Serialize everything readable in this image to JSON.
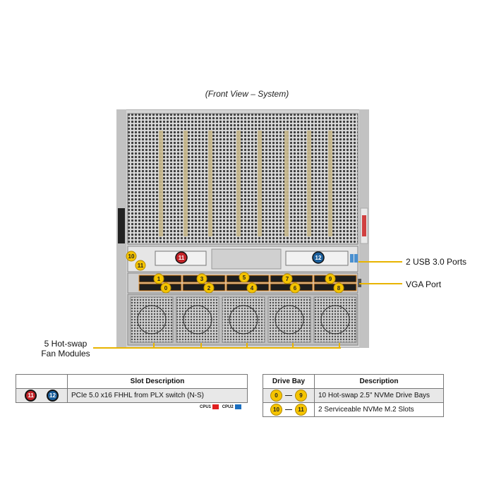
{
  "title": "(Front View – System)",
  "callouts": {
    "usb": "2 USB 3.0 Ports",
    "vga": "VGA Port",
    "fan_line1": "5 Hot-swap",
    "fan_line2": "Fan Modules"
  },
  "badges": {
    "pcie": [
      {
        "label": "11",
        "color": "#c32328"
      },
      {
        "label": "12",
        "color": "#1b5f9c"
      }
    ],
    "m2": [
      "10",
      "11"
    ],
    "drive_top": [
      "1",
      "3",
      "5",
      "7",
      "9"
    ],
    "drive_bottom": [
      "0",
      "2",
      "4",
      "6",
      "8"
    ]
  },
  "slot_table": {
    "header": "Slot Description",
    "row_desc": "PCIe 5.0 x16 FHHL from PLX switch (N-S)",
    "badges": [
      "11",
      "12"
    ],
    "legend": [
      {
        "label": "CPU1",
        "color": "#e02020"
      },
      {
        "label": "CPU2",
        "color": "#1b6fc0"
      }
    ]
  },
  "drive_table": {
    "headers": [
      "Drive Bay",
      "Description"
    ],
    "rows": [
      {
        "from": "0",
        "to": "9",
        "desc": "10 Hot-swap 2.5\" NVMe Drive Bays"
      },
      {
        "from": "10",
        "to": "11",
        "desc": "2 Serviceable NVMe M.2 Slots"
      }
    ]
  },
  "colors": {
    "callout_line": "#e8b400",
    "badge_yellow": "#f5c400",
    "badge_red": "#c32328",
    "badge_blue": "#1b5f9c"
  }
}
